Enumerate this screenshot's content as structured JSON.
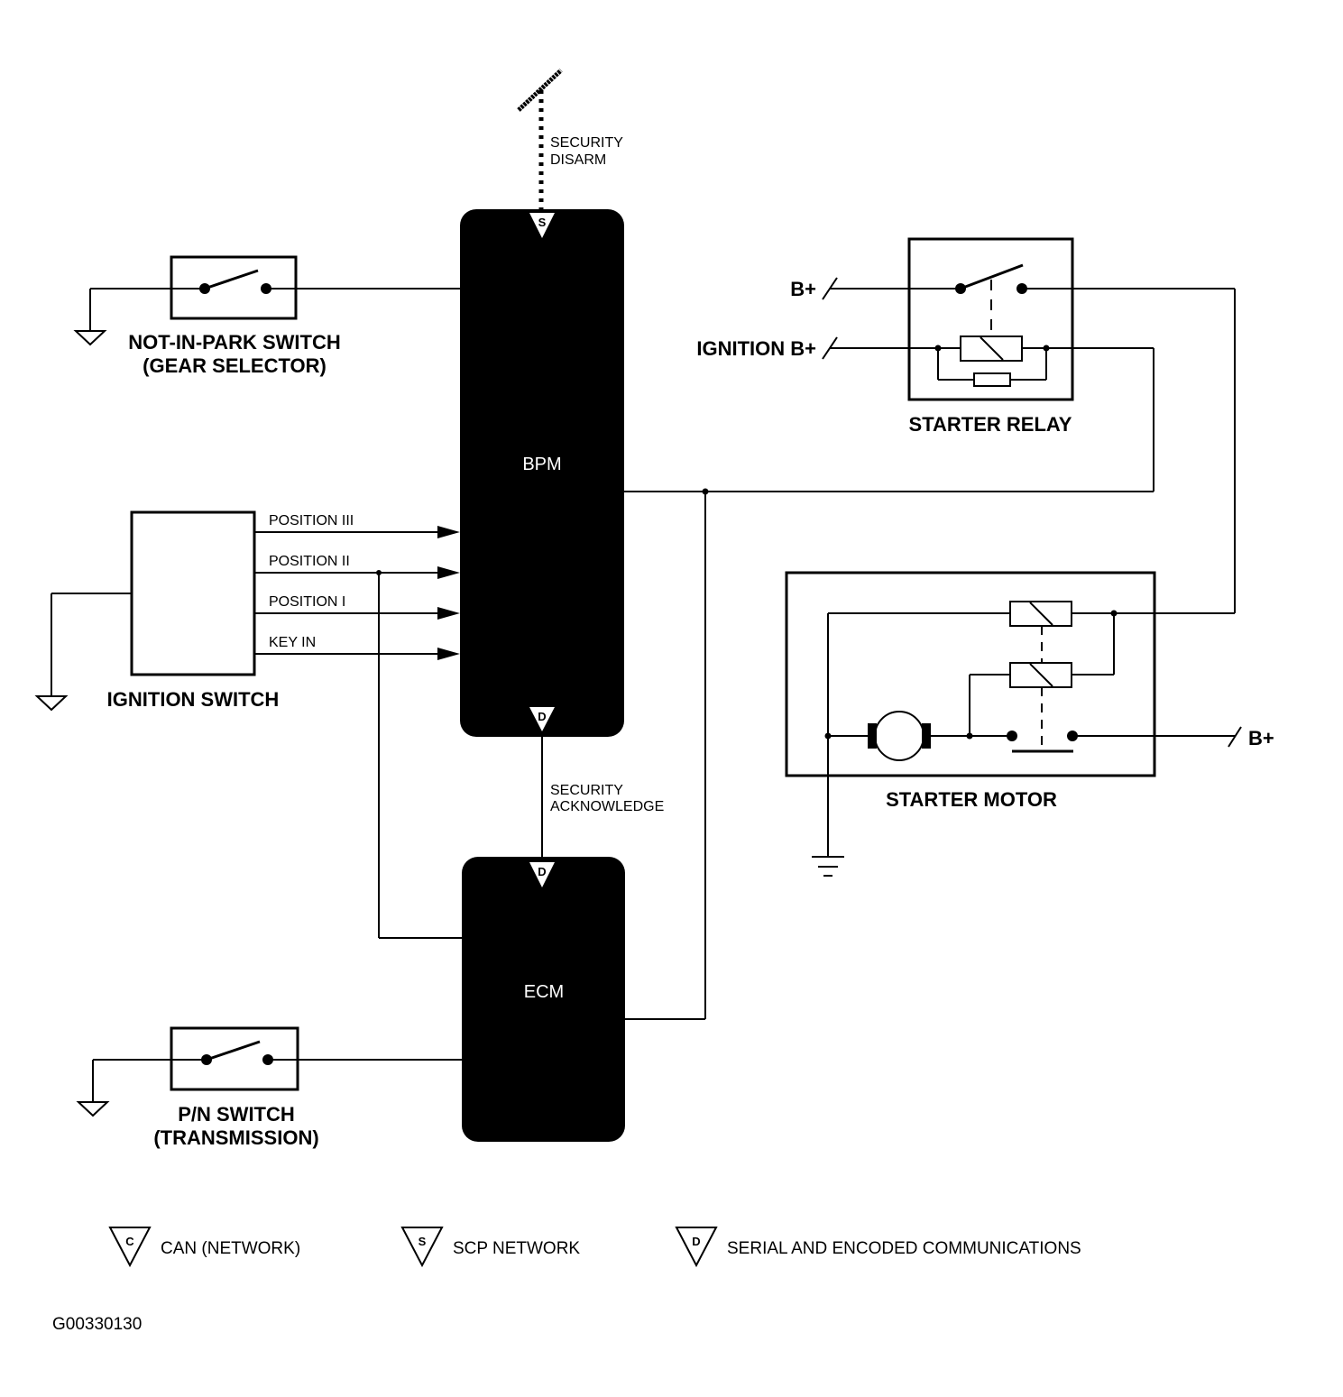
{
  "diagram": {
    "figure_id": "G00330130",
    "modules": {
      "bpm": {
        "label": "BPM",
        "top_port": "S",
        "bottom_port": "D"
      },
      "ecm": {
        "label": "ECM",
        "top_port": "D"
      }
    },
    "signals": {
      "security_disarm": [
        "SECURITY",
        "DISARM"
      ],
      "security_acknowledge": [
        "SECURITY",
        "ACKNOWLEDGE"
      ]
    },
    "components": {
      "not_in_park_switch": [
        "NOT-IN-PARK SWITCH",
        "(GEAR SELECTOR)"
      ],
      "ignition_switch": "IGNITION SWITCH",
      "pn_switch": [
        "P/N SWITCH",
        "(TRANSMISSION)"
      ],
      "starter_relay": "STARTER RELAY",
      "starter_motor": "STARTER MOTOR"
    },
    "ignition_outputs": [
      "POSITION III",
      "POSITION II",
      "POSITION I",
      "KEY IN"
    ],
    "power": {
      "relay_b_plus": "B+",
      "ignition_b_plus": "IGNITION B+",
      "motor_b_plus": "B+"
    },
    "legend": [
      {
        "symbol": "C",
        "label": "CAN (NETWORK)"
      },
      {
        "symbol": "S",
        "label": "SCP NETWORK"
      },
      {
        "symbol": "D",
        "label": "SERIAL AND ENCODED COMMUNICATIONS"
      }
    ]
  }
}
